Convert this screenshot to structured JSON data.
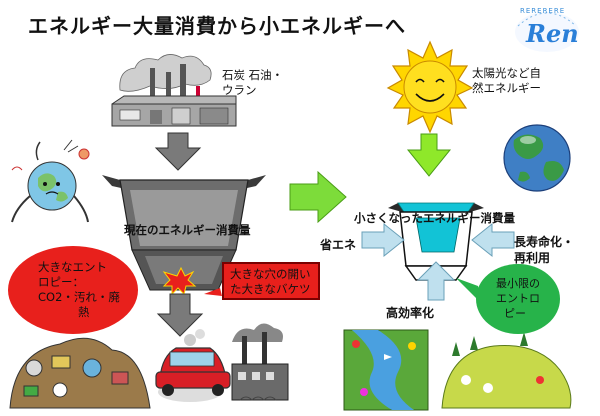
{
  "title": "エネルギー大量消費から小エネルギーへ",
  "logo": {
    "text": "Ren",
    "arc_text": "RERERERE"
  },
  "labels": {
    "fossil_fuels": [
      "石炭 石油・",
      "ウラン"
    ],
    "solar": [
      "太陽光など自",
      "然エネルギー"
    ],
    "current_consumption": "現在のエネルギー消費量",
    "small_consumption": "小さくなったエネルギー消費量",
    "energy_saving": "省エネ",
    "longevity": [
      "長寿命化・",
      "再利用"
    ],
    "efficiency": "高効率化",
    "big_entropy": [
      "大きなエント",
      "ロピー：",
      "CO2・汚れ・廃",
      "熱"
    ],
    "leaky_bucket": [
      "大きな穴の開い",
      "た大きなバケツ"
    ],
    "min_entropy": [
      "最小限の",
      "エントロ",
      "ピー"
    ]
  },
  "colors": {
    "red_bubble": "#e8201c",
    "green_bubble": "#27b34a",
    "arrow_green": "#7ddc3a",
    "arrow_blue": "#bfe0ee",
    "cyan_fill": "#12c3d6",
    "funnel_gray": "#777777"
  },
  "icons": [
    "factory-icon",
    "earth-in-pain-icon",
    "sun-icon",
    "earth-globe-icon",
    "garbage-pile-icon",
    "car-icon",
    "smoking-factory-icon",
    "river-landscape-icon",
    "green-hill-icon"
  ]
}
